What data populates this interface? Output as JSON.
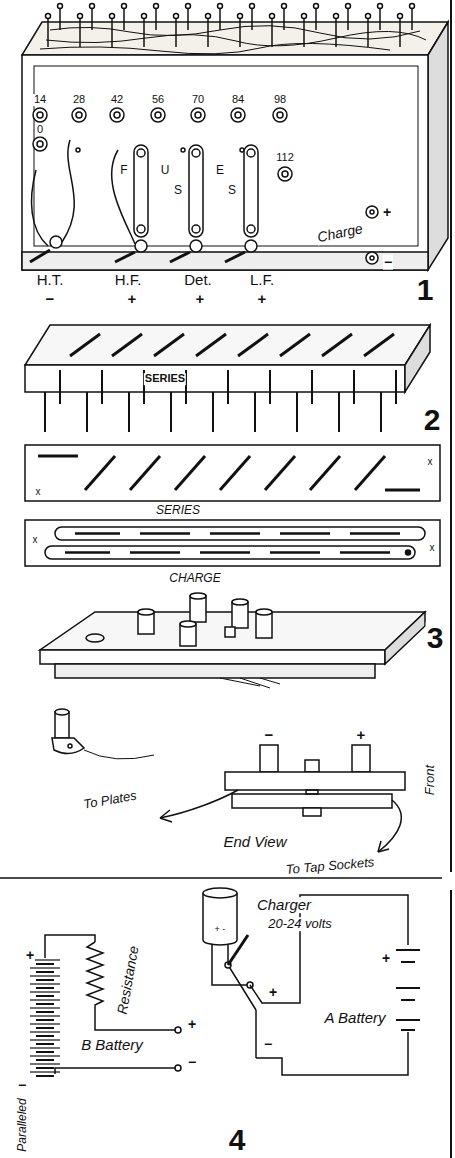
{
  "diagram": {
    "labels": [
      "14",
      "28",
      "42",
      "56",
      "70",
      "84",
      "98",
      "0",
      "112",
      "F",
      "U",
      "S",
      "E",
      "S",
      "+",
      "Charge",
      "−",
      "H.T.",
      "H.F.",
      "Det.",
      "L.F.",
      "−",
      "+",
      "+",
      "+",
      "1",
      "SERIES",
      "2",
      "x",
      "x",
      "SERIES",
      "x",
      "x",
      "CHARGE",
      "3",
      "−",
      "+",
      "Front",
      "To Plates",
      "End View",
      "To Tap Sockets",
      "Charger",
      "20-24 volts",
      "+ -",
      "+",
      "Resistance",
      "+",
      "B Battery",
      "−",
      "−",
      "Paralleled",
      "+",
      "−",
      "A Battery",
      "+",
      "4"
    ]
  }
}
